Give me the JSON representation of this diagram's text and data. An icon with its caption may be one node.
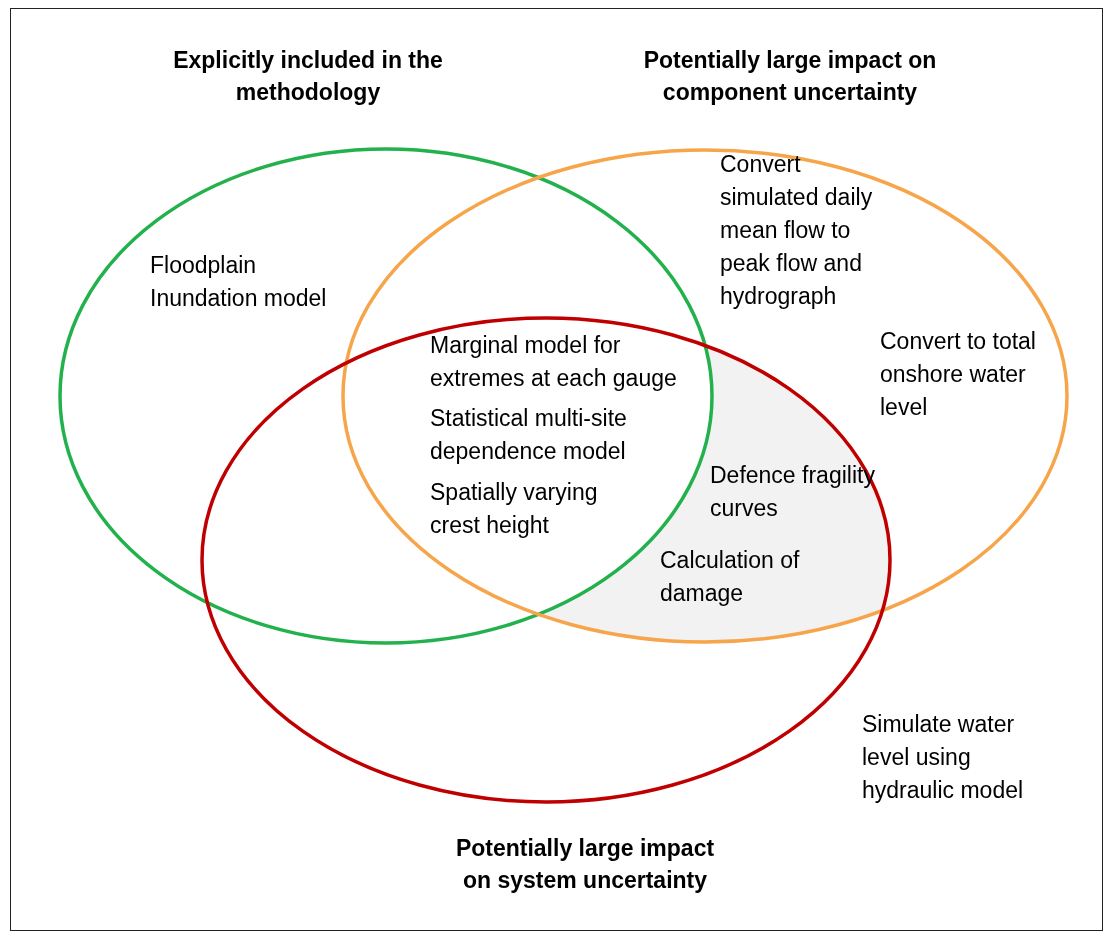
{
  "diagram": {
    "nodes": [
      {
        "text": [
          "Explicitly included in the methodology"
        ]
      },
      {
        "text": [
          "Potentially large impact on component uncertainty"
        ]
      },
      {
        "text": [
          "Potentially large impact on system uncertainty"
        ]
      }
    ],
    "labels": [
      "Convert simulated daily mean flow to peak flow and hydrograph",
      "Floodplain Inundation model",
      "Marginal model for extremes at each gauge",
      "Convert to total onshore water level",
      "Statistical multi-site dependence model",
      "Defence fragility curves",
      "Spatially varying crest height",
      "Calculation of damage",
      "Simulate water level using hydraulic model"
    ]
  }
}
